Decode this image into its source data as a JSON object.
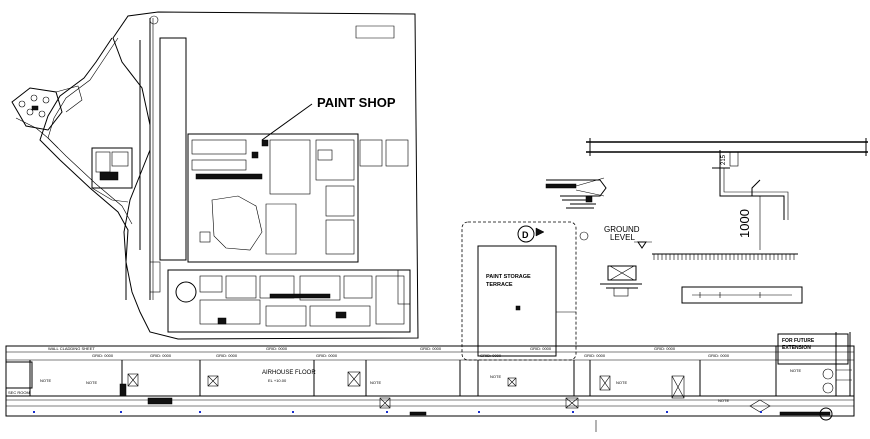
{
  "labels": {
    "paint_shop": "PAINT SHOP",
    "ground_level_1": "GROUND",
    "ground_level_2": "LEVEL",
    "dim_1000": "1000",
    "paint_storage_1": "PAINT STORAGE",
    "paint_storage_2": "TERRACE",
    "marker_d": "D",
    "for_future_1": "FOR FUTURE",
    "for_future_2": "EXTENSION",
    "airhouse_floor": "AIRHOUSE FLOOR"
  },
  "colors": {
    "line": "#000000",
    "background": "#ffffff",
    "dimension_blue": "#1a2fd0"
  }
}
